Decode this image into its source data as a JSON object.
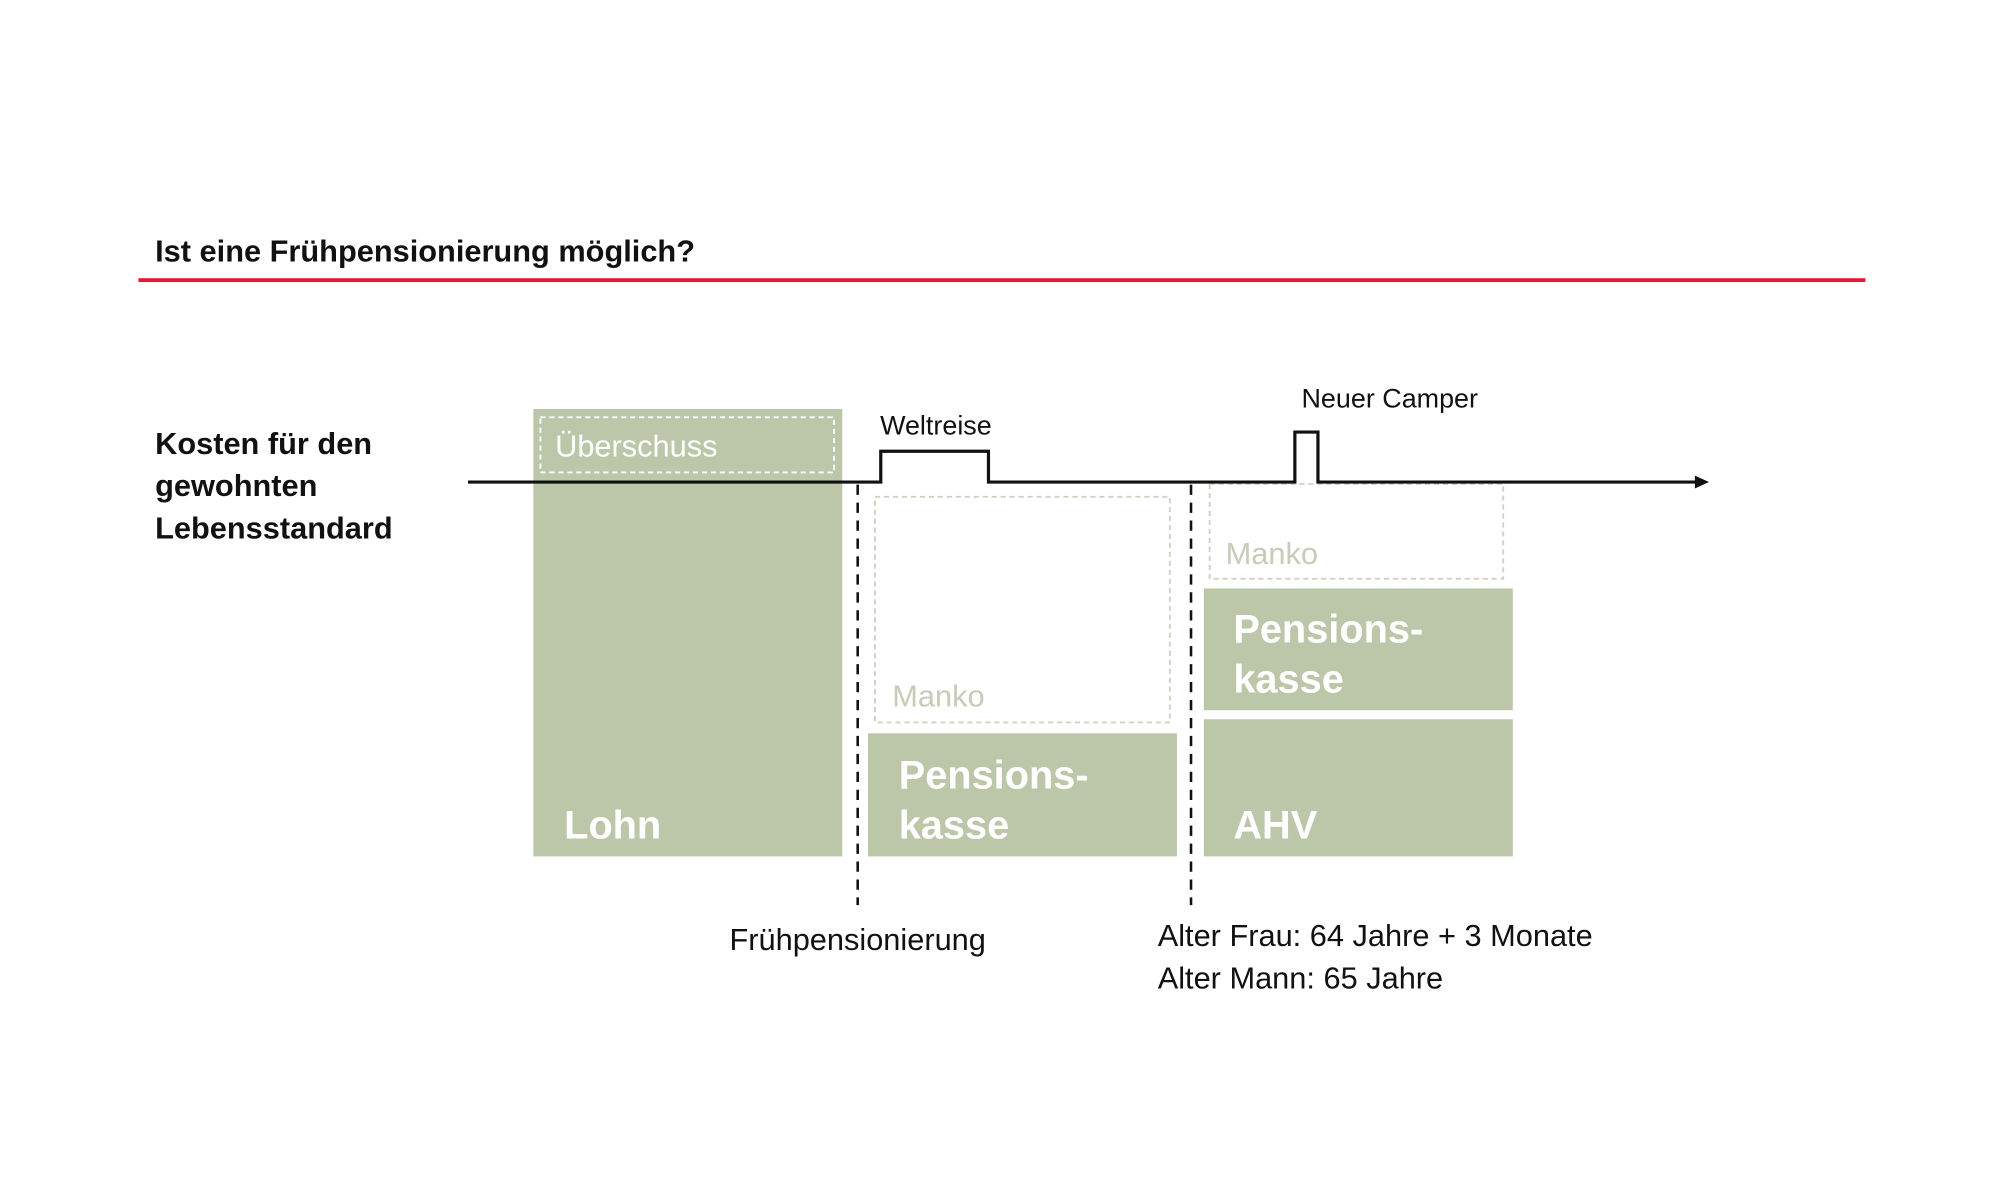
{
  "title": "Ist eine Frühpensionierung möglich?",
  "side_label": [
    "Kosten für den",
    "gewohnten",
    "Lebensstandard"
  ],
  "colors": {
    "accent": "#e2183d",
    "block": "#bcc7aa",
    "dashed_light": "#cfd3c4"
  },
  "phases": {
    "working": {
      "block_label": "Lohn",
      "surplus_label": "Überschuss"
    },
    "early": {
      "event_label": "Weltreise",
      "gap_label": "Manko",
      "block_lines": [
        "Pensions-",
        "kasse"
      ],
      "marker_label": "Frühpensionierung"
    },
    "regular": {
      "event_label": "Neuer Camper",
      "gap_label": "Manko",
      "block_lines": [
        "Pensions-",
        "kasse"
      ],
      "block2_label": "AHV",
      "marker_lines": [
        "Alter Frau: 64 Jahre + 3 Monate",
        "Alter Mann: 65 Jahre"
      ]
    }
  }
}
